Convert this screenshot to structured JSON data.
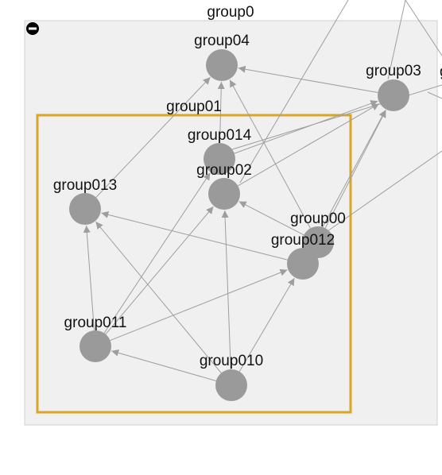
{
  "groups": {
    "outer": {
      "label": "group0",
      "collapse_icon": "minus-circle-icon"
    },
    "inner": {
      "label": "group01",
      "highlight_color": "#d9a628"
    }
  },
  "nodes": [
    {
      "id": "group04",
      "label": "group04"
    },
    {
      "id": "group03",
      "label": "group03"
    },
    {
      "id": "group014",
      "label": "group014"
    },
    {
      "id": "group02",
      "label": "group02"
    },
    {
      "id": "group013",
      "label": "group013"
    },
    {
      "id": "group00",
      "label": "group00"
    },
    {
      "id": "group012",
      "label": "group012"
    },
    {
      "id": "group011",
      "label": "group011"
    },
    {
      "id": "group010",
      "label": "group010"
    }
  ],
  "edges": [
    [
      "group03",
      "group04"
    ],
    [
      "group00",
      "group04"
    ],
    [
      "group013",
      "group04"
    ],
    [
      "group014",
      "group04"
    ],
    [
      "group02",
      "group03"
    ],
    [
      "group014",
      "group03"
    ],
    [
      "group00",
      "group03"
    ],
    [
      "group012",
      "group03"
    ],
    [
      "group012",
      "group013"
    ],
    [
      "group011",
      "group013"
    ],
    [
      "group010",
      "group013"
    ],
    [
      "group00",
      "group02"
    ],
    [
      "group011",
      "group02"
    ],
    [
      "group011",
      "group014"
    ],
    [
      "group010",
      "group02"
    ],
    [
      "group010",
      "group012"
    ],
    [
      "group011",
      "group012"
    ],
    [
      "group010",
      "group011"
    ]
  ],
  "partial_label": "g",
  "colors": {
    "node": "#9a9a9a",
    "edge": "#9e9e9e",
    "group_fill": "#f0f0f0",
    "group_border": "#d0d0d0"
  }
}
